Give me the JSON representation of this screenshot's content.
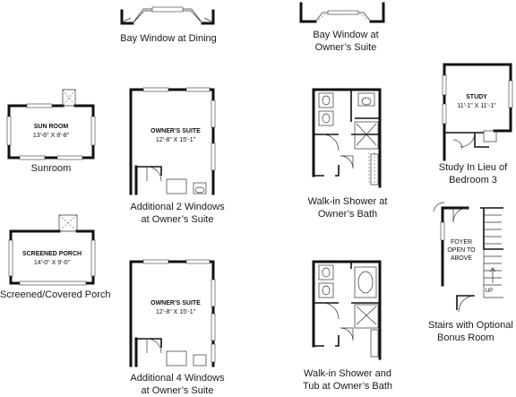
{
  "captions": {
    "bay_dining": "Bay Window at Dining",
    "bay_owners_1": "Bay Window at",
    "bay_owners_2": "Owner’s Suite",
    "sunroom": "Sunroom",
    "add2_1": "Additional 2 Windows",
    "add2_2": "at Owner’s Suite",
    "walkin_1": "Walk-in Shower at",
    "walkin_2": "Owner’s Bath",
    "study_1": "Study In Lieu of",
    "study_2": "Bedroom 3",
    "screened": "Screened/Covered Porch",
    "add4_1": "Additional 4 Windows",
    "add4_2": "at Owner’s Suite",
    "tub_1": "Walk-in Shower and",
    "tub_2": "Tub at Owner’s Bath",
    "stairs_1": "Stairs with Optional",
    "stairs_2": "Bonus Room"
  },
  "room_labels": {
    "sunroom_name": "SUN ROOM",
    "sunroom_dim": "13'-6\" X 8'-8\"",
    "owners_name": "OWNER'S SUITE",
    "owners_dim": "12'-8\" X 15'-1\"",
    "study_name": "STUDY",
    "study_dim": "11'-1\" X 11'-1\"",
    "porch_name": "SCREENED PORCH",
    "porch_dim": "14'-0\" X 9'-0\"",
    "owners2_name": "OWNER'S SUITE",
    "owners2_dim": "12'-8\" X 15'-1\"",
    "foyer_1": "FOYER",
    "foyer_2": "OPEN TO",
    "foyer_3": "ABOVE",
    "up": "UP"
  }
}
